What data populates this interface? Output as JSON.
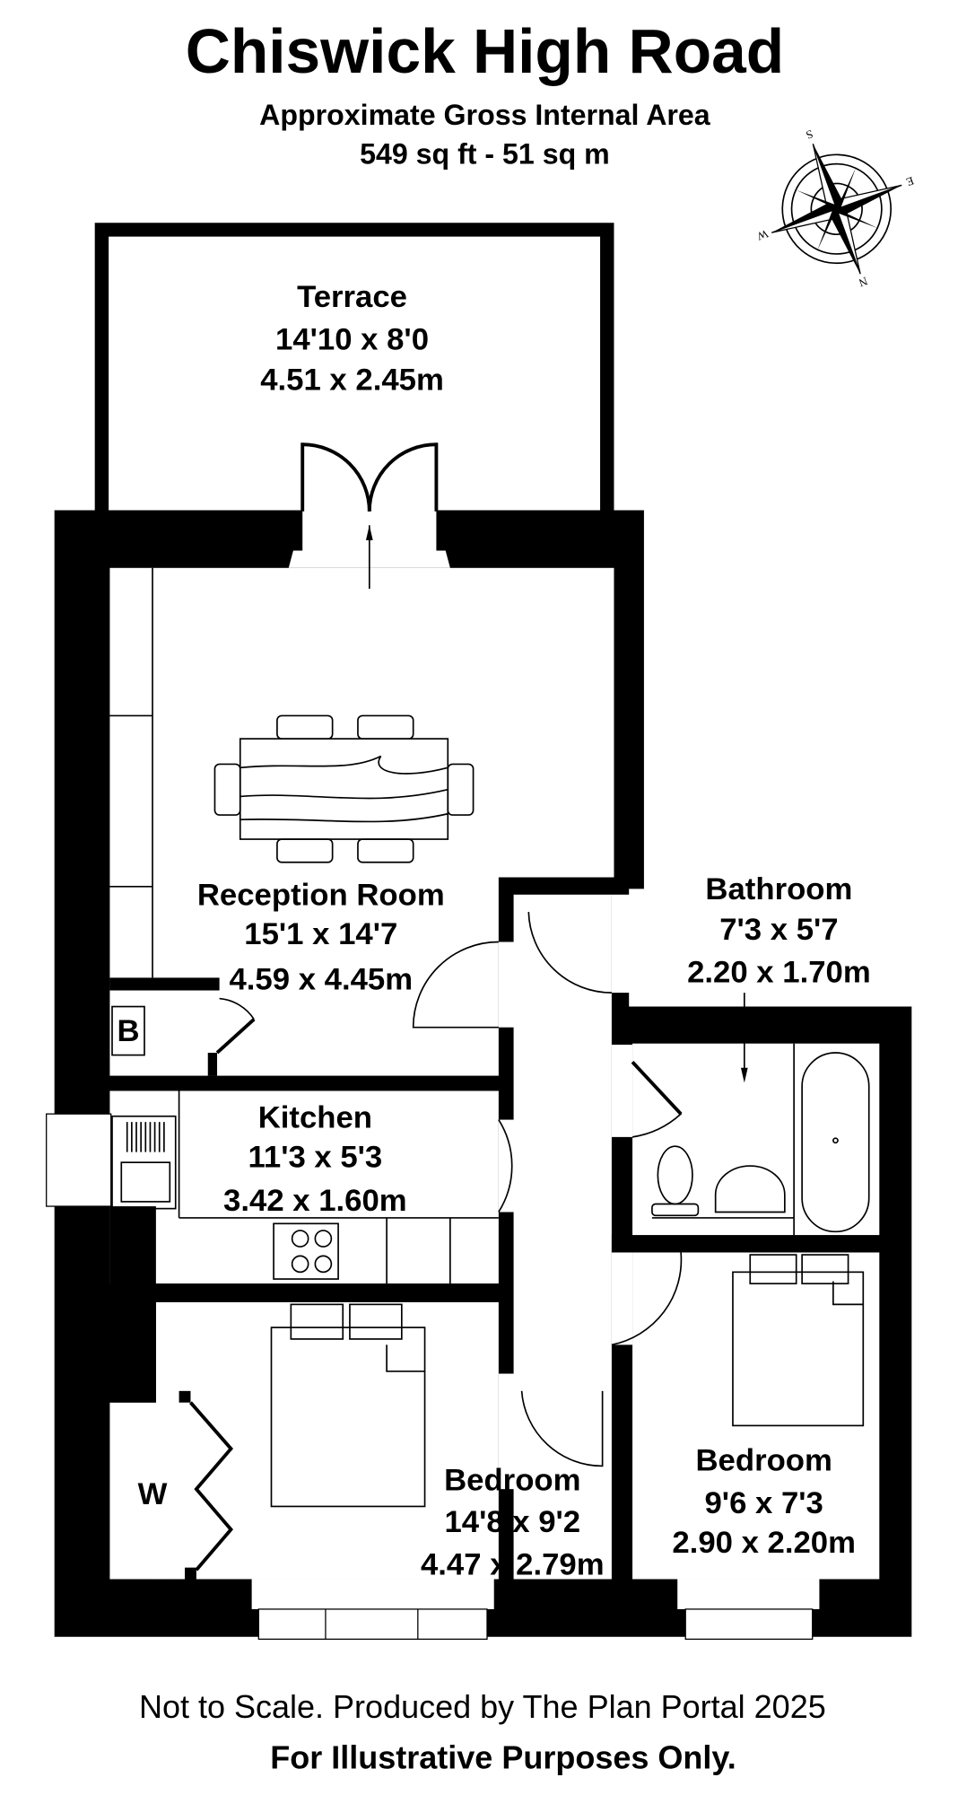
{
  "header": {
    "title": "Chiswick High Road",
    "subtitle": "Approximate Gross Internal Area",
    "area": "549 sq ft - 51 sq m"
  },
  "compass": {
    "n": "N",
    "s": "S",
    "e": "E",
    "w": "W"
  },
  "rooms": {
    "terrace": {
      "name": "Terrace",
      "imperial": "14'10 x 8'0",
      "metric": "4.51 x 2.45m"
    },
    "reception": {
      "name": "Reception Room",
      "imperial": "15'1 x 14'7",
      "metric": "4.59 x 4.45m"
    },
    "bathroom": {
      "name": "Bathroom",
      "imperial": "7'3 x 5'7",
      "metric": "2.20 x 1.70m"
    },
    "kitchen": {
      "name": "Kitchen",
      "imperial": "11'3 x 5'3",
      "metric": "3.42 x 1.60m"
    },
    "bedroom1": {
      "name": "Bedroom",
      "imperial": "14'8 x 9'2",
      "metric": "4.47 x 2.79m"
    },
    "bedroom2": {
      "name": "Bedroom",
      "imperial": "9'6 x 7'3",
      "metric": "2.90 x 2.20m"
    }
  },
  "cupboards": {
    "boiler": "B",
    "wardrobe": "W"
  },
  "footer": {
    "disclaimer": "Not to Scale. Produced by The Plan Portal 2025",
    "note": "For Illustrative Purposes Only."
  }
}
